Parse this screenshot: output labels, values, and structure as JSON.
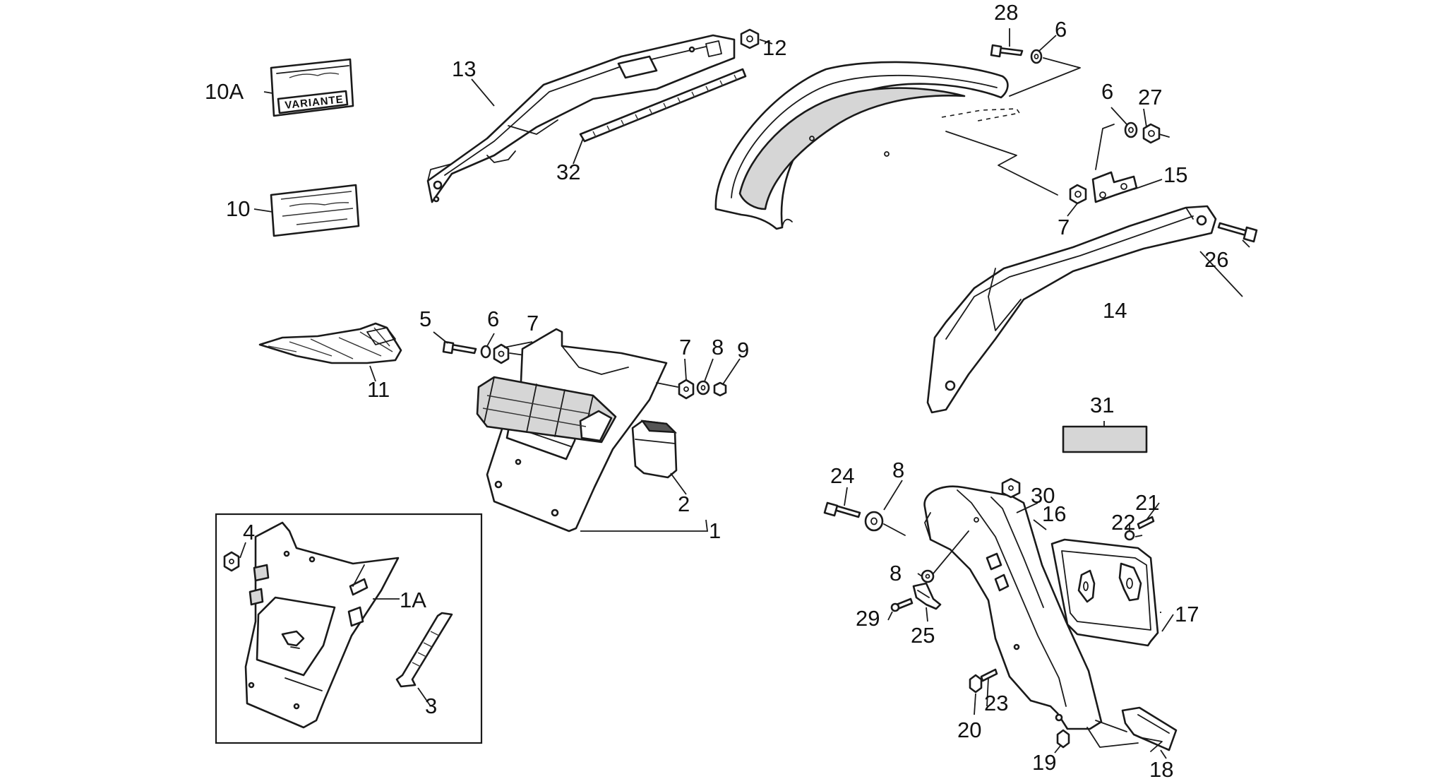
{
  "badge_text": "VARIANTE",
  "callouts": {
    "c1": "1",
    "c1A": "1A",
    "c2": "2",
    "c3": "3",
    "c4": "4",
    "c5": "5",
    "c6a": "6",
    "c6b": "6",
    "c6c": "6",
    "c7a": "7",
    "c7b": "7",
    "c7c": "7",
    "c8a": "8",
    "c8b": "8",
    "c8c": "8",
    "c9": "9",
    "c10": "10",
    "c10A": "10A",
    "c11": "11",
    "c12": "12",
    "c13": "13",
    "c14": "14",
    "c15": "15",
    "c16": "16",
    "c17": "17",
    "c18": "18",
    "c19": "19",
    "c20": "20",
    "c21": "21",
    "c22": "22",
    "c23": "23",
    "c24": "24",
    "c25": "25",
    "c26": "26",
    "c27": "27",
    "c28": "28",
    "c29": "29",
    "c30": "30",
    "c31": "31",
    "c32": "32"
  },
  "colors": {
    "line": "#1a1a1a",
    "shade": "#d6d6d6",
    "background": "#ffffff"
  }
}
